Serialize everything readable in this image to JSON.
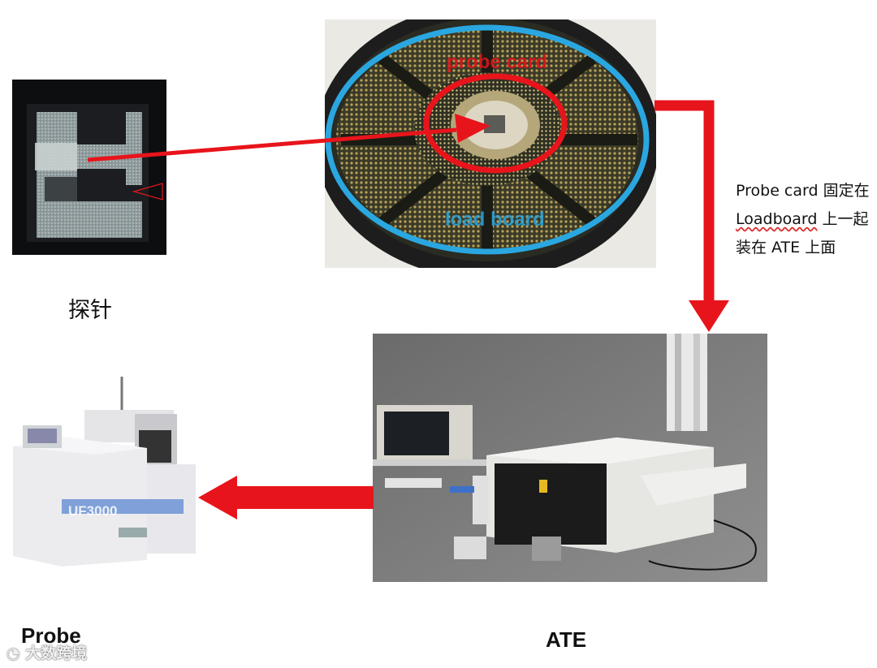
{
  "labels": {
    "needle": "探针",
    "ate": "ATE",
    "probe": "Probe"
  },
  "note": {
    "prefix": "Probe card 固定在 ",
    "loadboard": "Loadboard",
    "suffix": " 上一起装在 ATE 上面"
  },
  "probe_card_photo": {
    "probe_card_text": "probe card",
    "load_board_text": "load board"
  },
  "prober_photo": {
    "model_text": "UF3000"
  },
  "watermark": {
    "text": "大数跨境"
  },
  "colors": {
    "arrow_red": "#e8141b",
    "ring_blue": "#2aa7e0",
    "ring_red": "#e8141b"
  }
}
